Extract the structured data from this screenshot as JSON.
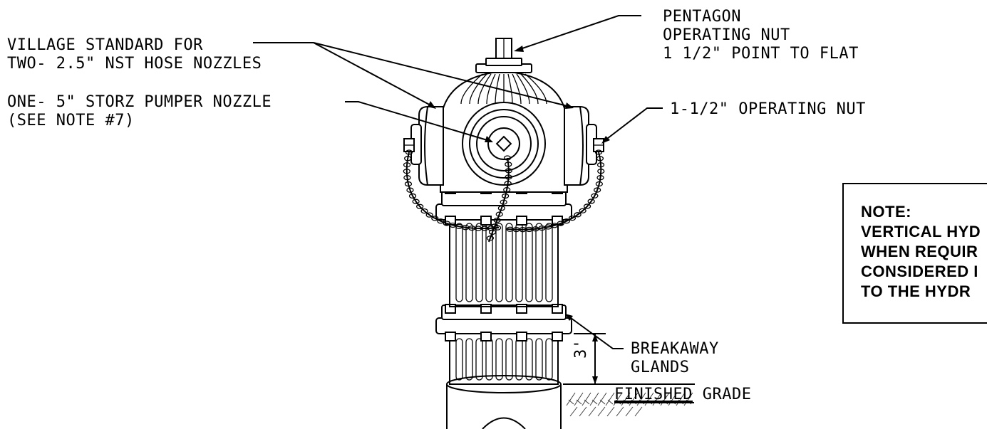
{
  "callouts": {
    "pentagon_nut": [
      "PENTAGON",
      "OPERATING NUT",
      "1 1/2\" POINT TO FLAT"
    ],
    "hose_nozzles": [
      "VILLAGE STANDARD FOR",
      "TWO- 2.5\" NST HOSE NOZZLES"
    ],
    "pumper_nozzle": [
      "ONE- 5\" STORZ PUMPER NOZZLE",
      "(SEE NOTE #7)"
    ],
    "operating_nut": "1-1/2\" OPERATING NUT",
    "breakaway": [
      "BREAKAWAY",
      "GLANDS"
    ],
    "dimension": "3'",
    "finished_grade_underlined": "FINISHED",
    "finished_grade_rest": " GRADE"
  },
  "note_box": {
    "heading": "NOTE:",
    "lines": [
      "VERTICAL HYD",
      "WHEN REQUIR",
      "CONSIDERED I",
      "TO THE HYDR"
    ]
  }
}
